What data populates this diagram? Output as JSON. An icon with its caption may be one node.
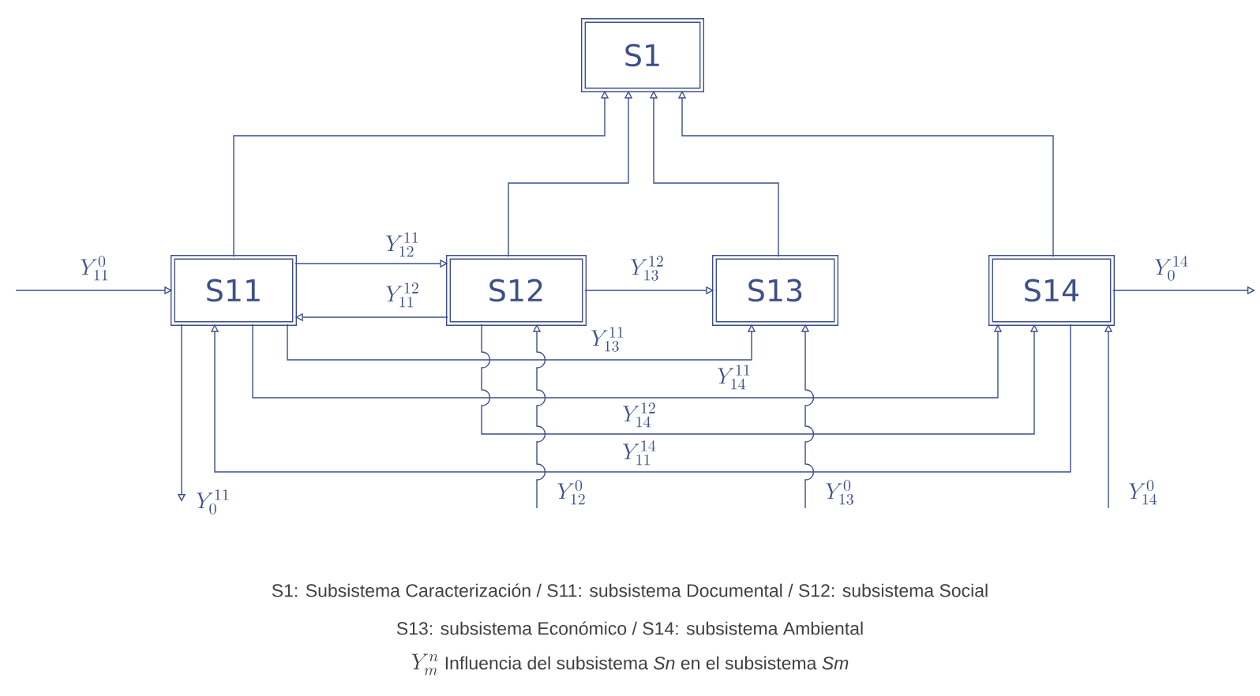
{
  "diagram": {
    "nodes": [
      {
        "text": [
          "S1"
        ]
      },
      {
        "text": [
          "S11"
        ]
      },
      {
        "text": [
          "S12"
        ]
      },
      {
        "text": [
          "S13"
        ]
      },
      {
        "text": [
          "S14"
        ]
      }
    ],
    "edges": [
      {
        "from": null,
        "to": 1,
        "arrow": "to",
        "label": "Y^{0}_{11}"
      },
      {
        "from": 1,
        "to": 2,
        "arrow": "to",
        "label": "Y^{11}_{12}"
      },
      {
        "from": 2,
        "to": 1,
        "arrow": "to",
        "label": "Y^{12}_{11}"
      },
      {
        "from": 2,
        "to": 3,
        "arrow": "to",
        "label": "Y^{12}_{13}"
      },
      {
        "from": 4,
        "to": null,
        "arrow": "to",
        "label": "Y^{14}_{0}"
      },
      {
        "from": 1,
        "to": 0,
        "arrow": "to"
      },
      {
        "from": 2,
        "to": 0,
        "arrow": "to"
      },
      {
        "from": 3,
        "to": 0,
        "arrow": "to"
      },
      {
        "from": 4,
        "to": 0,
        "arrow": "to"
      },
      {
        "from": 1,
        "to": 3,
        "arrow": "to",
        "label": "Y^{11}_{13}"
      },
      {
        "from": 1,
        "to": 4,
        "arrow": "to",
        "label": "Y^{11}_{14}"
      },
      {
        "from": 2,
        "to": 4,
        "arrow": "to",
        "label": "Y^{12}_{14}"
      },
      {
        "from": 4,
        "to": 1,
        "arrow": "to",
        "label": "Y^{14}_{11}"
      },
      {
        "from": 1,
        "to": null,
        "arrow": "to",
        "label": "Y^{11}_{0}"
      },
      {
        "from": null,
        "to": 2,
        "arrow": "to",
        "label": "Y^{0}_{12}"
      },
      {
        "from": null,
        "to": 3,
        "arrow": "to",
        "label": "Y^{0}_{13}"
      },
      {
        "from": null,
        "to": 4,
        "arrow": "to",
        "label": "Y^{0}_{14}"
      }
    ],
    "labels": [
      "S1: Subsistema Caracterización / S11: subsistema Documental / S12: subsistema Social",
      "S13: subsistema Económico / S14: subsistema Ambiental",
      "Y^{n}_{m}",
      "Influencia del subsistema *Sn* en el subsistema *Sm*"
    ]
  }
}
